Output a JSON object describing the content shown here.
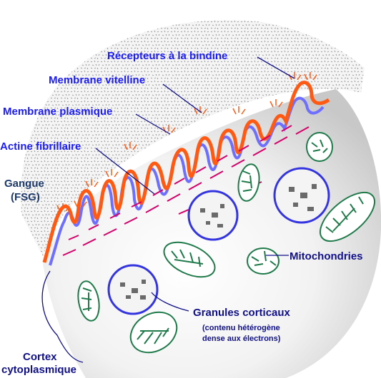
{
  "labels": {
    "receptors": "Récepteurs à la bindine",
    "vitelline": "Membrane vitelline",
    "plasma": "Membrane plasmique",
    "actin": "Actine fibrillaire",
    "jelly_line1": "Gangue",
    "jelly_line2": "(FSG)",
    "mitochondria": "Mitochondries",
    "granules": "Granules corticaux",
    "granules_note_line1": "(contenu hétérogène",
    "granules_note_line2": "dense aux électrons)",
    "cortex_line1": "Cortex",
    "cortex_line2": "cytoplasmique"
  },
  "colors": {
    "label_blue": "#1a1aff",
    "label_navy": "#10108a",
    "vitelline_orange": "#ff5a14",
    "plasma_blue": "#6f6fff",
    "actin_magenta": "#d6006a",
    "mitochondria_green": "#1f7a4a",
    "granule_border": "#3434e0",
    "egg_gray": "#dadada"
  }
}
